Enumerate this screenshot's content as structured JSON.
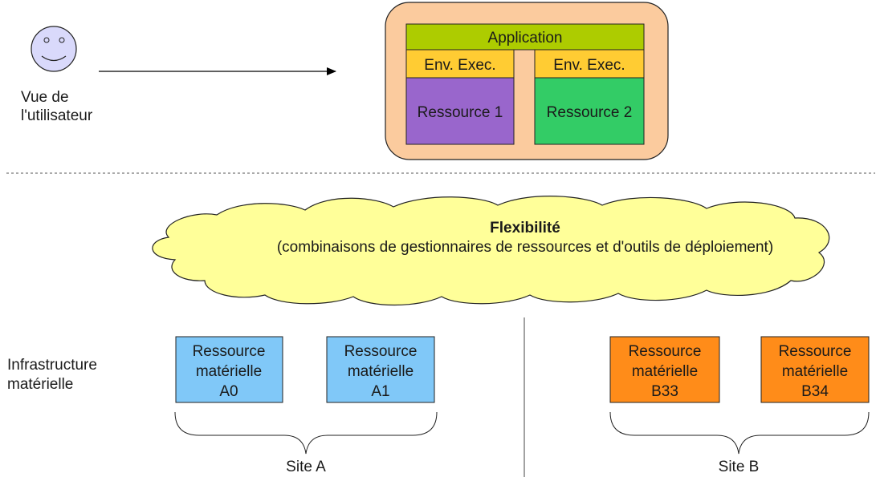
{
  "user_view": {
    "line1": "Vue de",
    "line2": "l'utilisateur",
    "icon": "smiley-face-icon"
  },
  "app_stack": {
    "application": "Application",
    "env_left": "Env. Exec.",
    "env_right": "Env. Exec.",
    "resource_1": "Ressource 1",
    "resource_2": "Ressource 2"
  },
  "cloud": {
    "title": "Flexibilité",
    "subtitle": "(combinaisons de gestionnaires de ressources et d'outils de déploiement)"
  },
  "infrastructure": {
    "line1": "Infrastructure",
    "line2": "matérielle"
  },
  "sites": {
    "a": {
      "label": "Site A",
      "boxes": [
        {
          "line1": "Ressource",
          "line2": "matérielle",
          "line3": "A0"
        },
        {
          "line1": "Ressource",
          "line2": "matérielle",
          "line3": "A1"
        }
      ]
    },
    "b": {
      "label": "Site B",
      "boxes": [
        {
          "line1": "Ressource",
          "line2": "matérielle",
          "line3": "B33"
        },
        {
          "line1": "Ressource",
          "line2": "matérielle",
          "line3": "B34"
        }
      ]
    }
  },
  "colors": {
    "container": "#FBCB9E",
    "application": "#ADCC00",
    "env_exec": "#FFCC33",
    "resource_1": "#9966CC",
    "resource_2": "#33CC66",
    "cloud": "#FFFF99",
    "site_a": "#80C8F8",
    "site_b": "#FF8C19",
    "face": "#D9D9FB"
  }
}
